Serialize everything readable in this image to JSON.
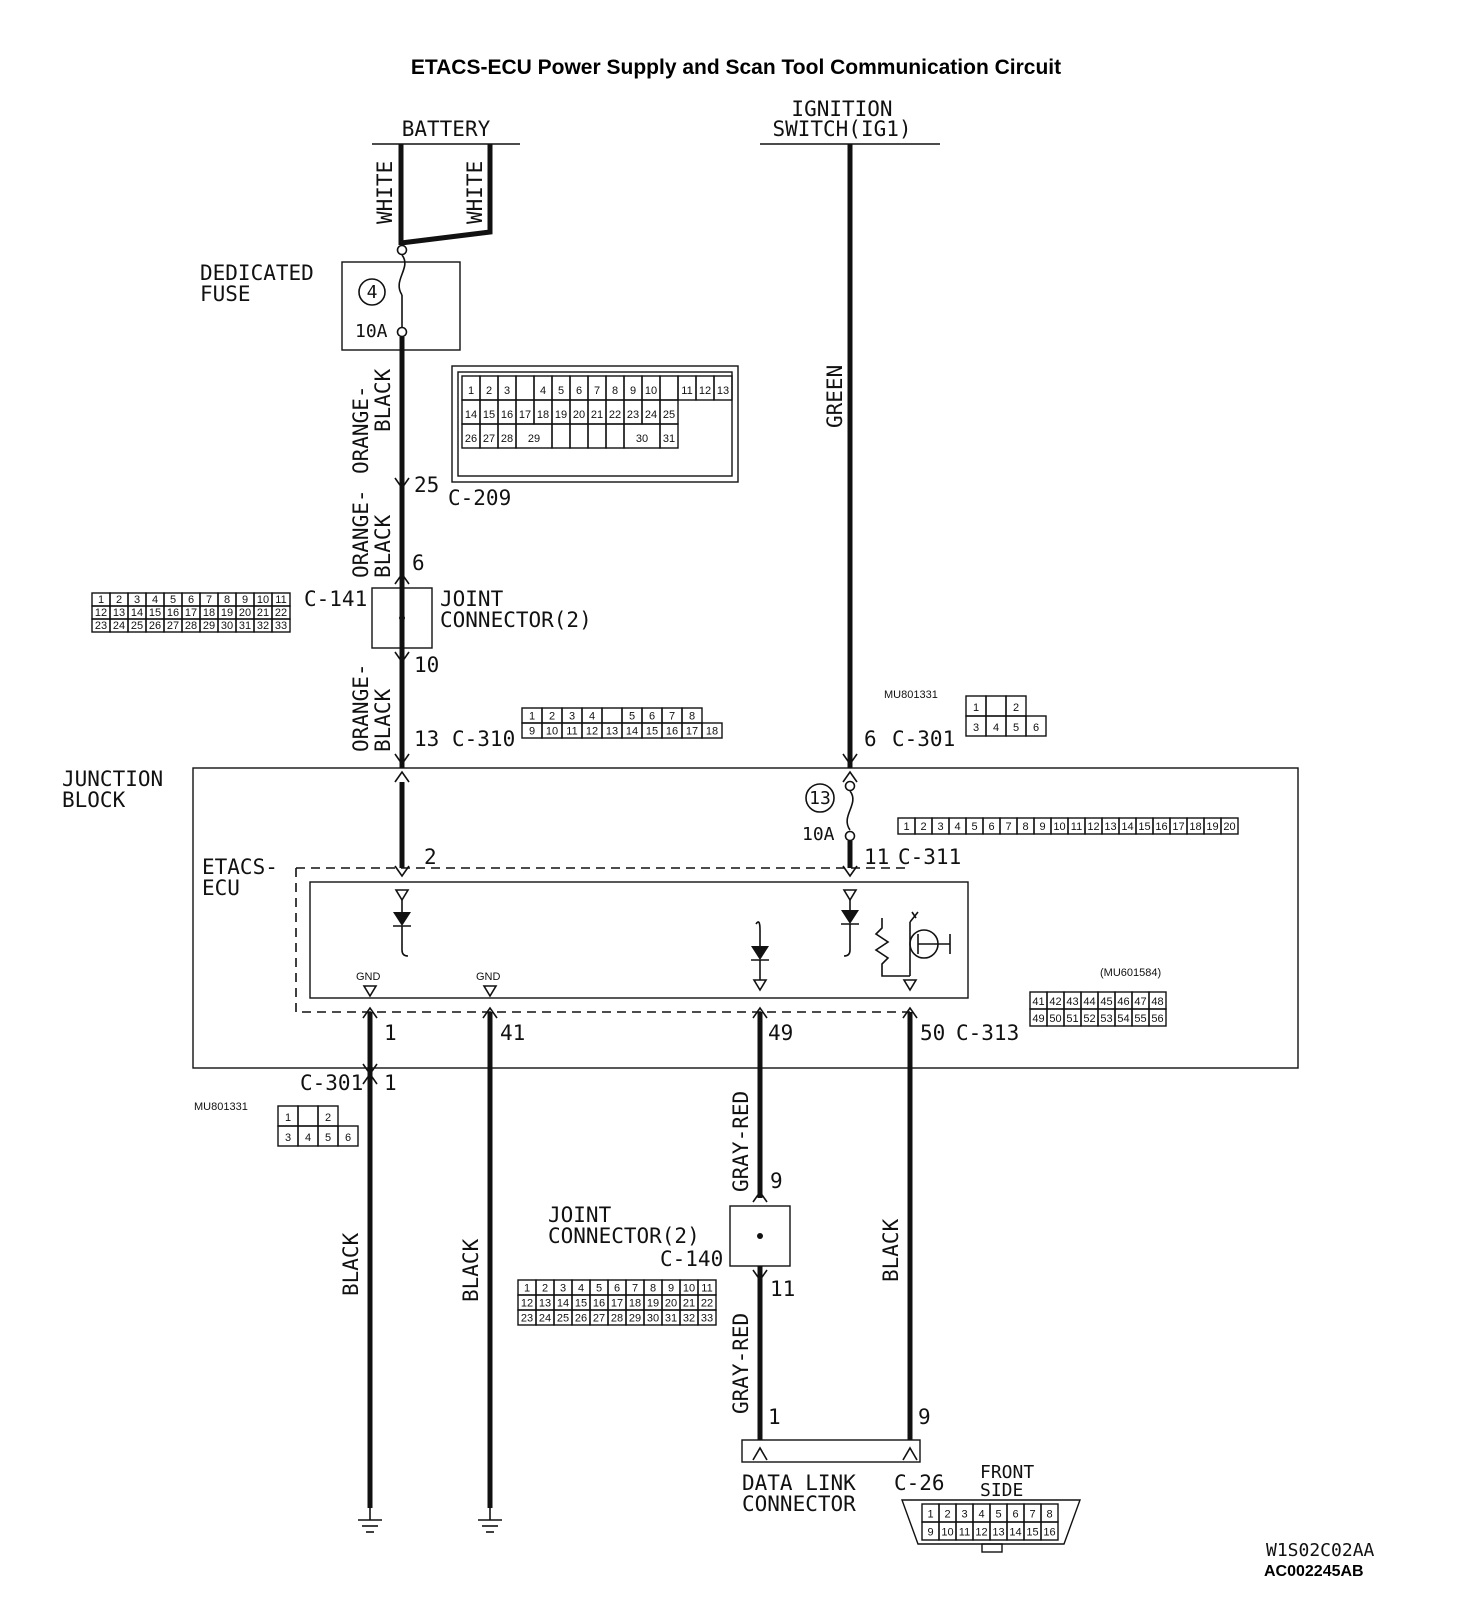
{
  "title": "ETACS-ECU Power Supply and Scan Tool Communication Circuit",
  "labels": {
    "battery": "BATTERY",
    "ignition_line1": "IGNITION",
    "ignition_line2": "SWITCH(IG1)",
    "dedicated_line1": "DEDICATED",
    "dedicated_line2": "FUSE",
    "fuse_4_number": "4",
    "fuse_4_rating": "10A",
    "fuse_13_number": "13",
    "fuse_13_rating": "10A",
    "joint_line1": "JOINT",
    "joint_line2": "CONNECTOR(2)",
    "junction_line1": "JUNCTION",
    "junction_line2": "BLOCK",
    "etacs_line1": "ETACS-",
    "etacs_line2": "ECU",
    "gnd": "GND",
    "dlc_line1": "DATA LINK",
    "dlc_line2": "CONNECTOR",
    "front_line1": "FRONT",
    "front_line2": "SIDE",
    "mu601331": "MU801331",
    "mu601584": "(MU601584)",
    "code1": "W1S02C02AA",
    "code2": "AC002245AB"
  },
  "wire_colors": {
    "white": "WHITE",
    "orange_black_1": "ORANGE-",
    "orange_black_2": "BLACK",
    "green": "GREEN",
    "gray_red": "GRAY-RED",
    "black": "BLACK"
  },
  "connectors": {
    "c209": "C-209",
    "c141": "C-141",
    "c310": "C-310",
    "c301": "C-301",
    "c311": "C-311",
    "c313": "C-313",
    "c140": "C-140",
    "c26": "C-26"
  },
  "pins": {
    "p25": "25",
    "p6": "6",
    "p10": "10",
    "p13": "13",
    "p6b": "6",
    "p2": "2",
    "p11": "11",
    "p1": "1",
    "p41": "41",
    "p49": "49",
    "p50": "50",
    "p1b": "1",
    "p9": "9",
    "p11b": "11",
    "p1c": "1",
    "p9b": "9"
  }
}
